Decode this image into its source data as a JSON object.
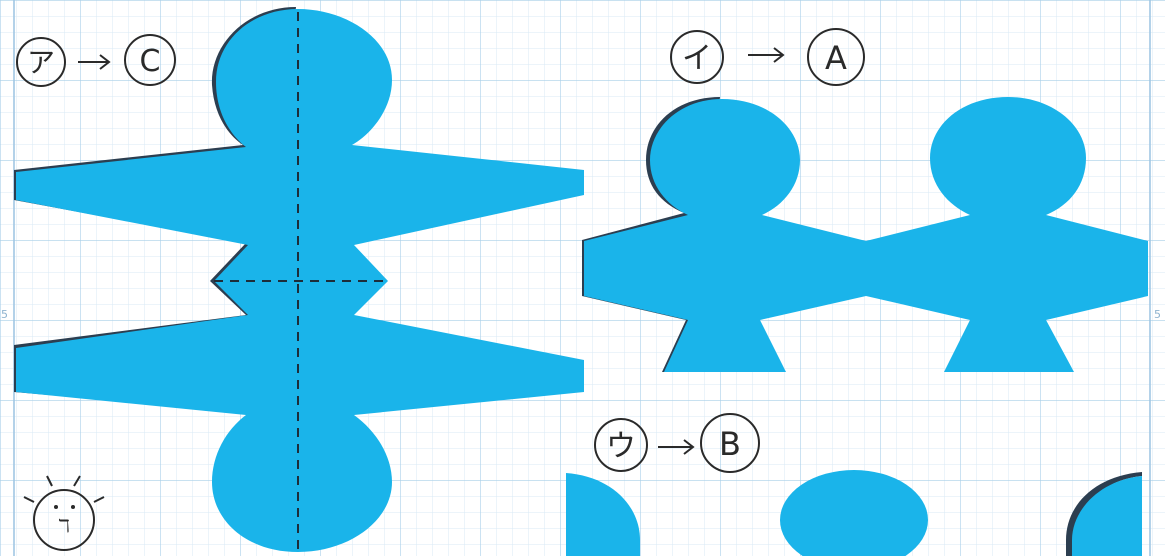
{
  "colors": {
    "paper": "#ffffff",
    "grid_major": "#a8cfe8",
    "grid_minor": "#d8eaf6",
    "cutout_fill": "#1ab4ea",
    "cutout_shadow": "#2c3e50",
    "ink": "#2a2a2a"
  },
  "labels": {
    "group_a": {
      "from": "ア",
      "to": "C"
    },
    "group_b": {
      "from": "イ",
      "to": "A"
    },
    "group_c": {
      "from": "ウ",
      "to": "B"
    },
    "mascot": "ℸ"
  },
  "margin": {
    "left": "5",
    "right": "5"
  },
  "icons": {
    "arrow": "arrow-right",
    "mascot": "mascot-face"
  }
}
